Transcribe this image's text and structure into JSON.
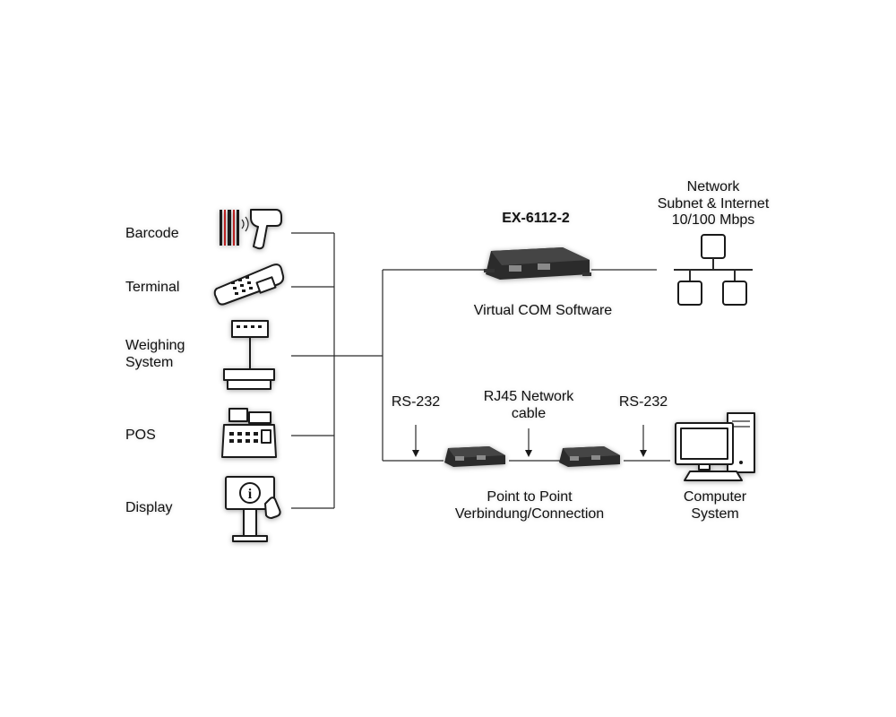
{
  "devices": {
    "barcode": "Barcode",
    "terminal": "Terminal",
    "weighing": [
      "Weighing",
      "System"
    ],
    "pos": "POS",
    "display": "Display"
  },
  "server": {
    "model": "EX-6112-2",
    "software": "Virtual COM Software"
  },
  "network": {
    "lines": [
      "Network",
      "Subnet & Internet",
      "10/100 Mbps"
    ]
  },
  "p2p": {
    "rs232_left": "RS-232",
    "rj45": [
      "RJ45 Network",
      "cable"
    ],
    "rs232_right": "RS-232",
    "caption": [
      "Point to Point",
      "Verbindung/Connection"
    ]
  },
  "computer": {
    "lines": [
      "Computer",
      "System"
    ]
  }
}
